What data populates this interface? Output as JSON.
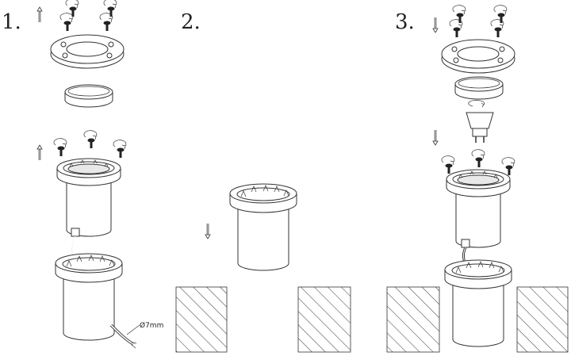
{
  "steps": [
    {
      "number": "1."
    },
    {
      "number": "2."
    },
    {
      "number": "3."
    }
  ],
  "cable_label": "Ø7mm"
}
